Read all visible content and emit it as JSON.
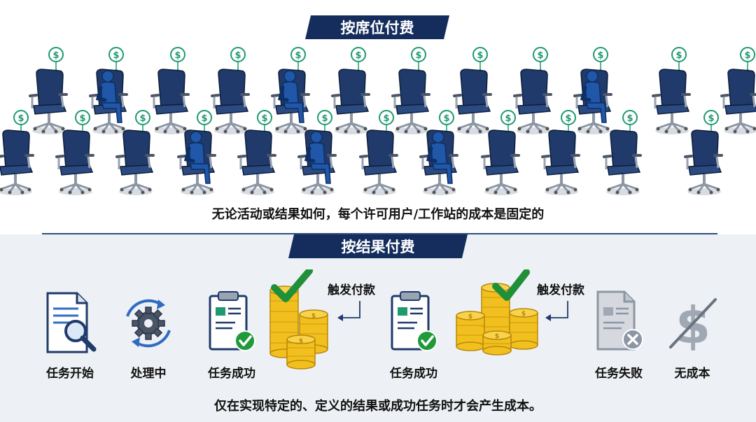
{
  "top_section": {
    "title": "按席位付费",
    "caption": "无论活动或结果如何，每个许可用户/工作站的成本是固定的",
    "seat_icon": "chair-icon",
    "occupied_icon": "seated-person-icon",
    "price_tag_symbol": "$"
  },
  "bottom_section": {
    "title": "按结果付费",
    "caption": "仅在实现特定的、定义的结果或成功任务时才会产生成本。",
    "steps": [
      {
        "label": "任务开始",
        "icon": "document-search-icon"
      },
      {
        "label": "处理中",
        "icon": "gear-cycle-icon"
      },
      {
        "label": "任务成功",
        "icon": "clipboard-check-icon"
      },
      {
        "label": "任务成功",
        "icon": "clipboard-check-icon"
      },
      {
        "label": "任务失败",
        "icon": "document-fail-icon"
      },
      {
        "label": "无成本",
        "icon": "crossed-dollar-icon"
      }
    ],
    "triggers": [
      {
        "label": "触发付款",
        "icon": "coin-stack-check-icon"
      },
      {
        "label": "触发付款",
        "icon": "coin-stack-check-icon"
      }
    ]
  },
  "colors": {
    "banner": "#142d5c",
    "chair": "#1f3a6b",
    "person": "#2057a8",
    "dollar": "#1f9a6e",
    "coin": "#f2c01e",
    "check": "#1f8f3a",
    "bottom_bg": "#edf0f4"
  }
}
